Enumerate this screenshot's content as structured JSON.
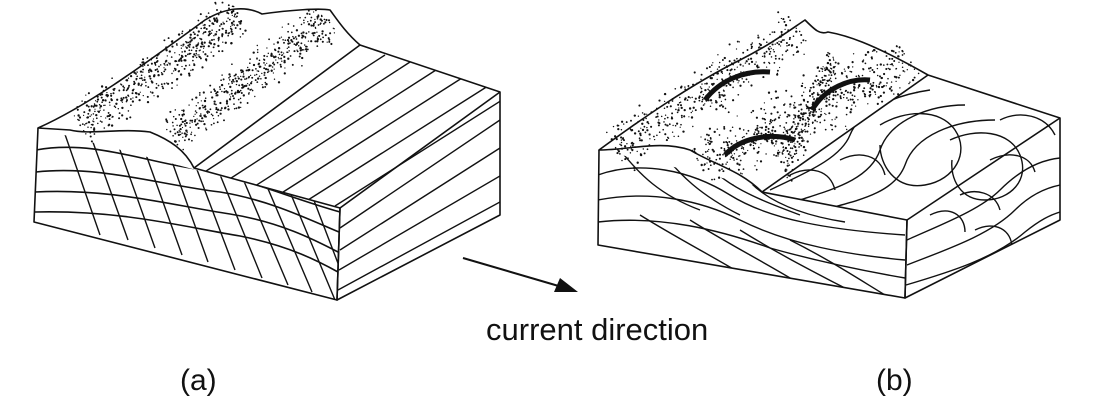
{
  "labels": {
    "a": "(a)",
    "b": "(b)",
    "current": "current direction"
  },
  "colors": {
    "ink": "#111111",
    "background": "#ffffff"
  }
}
